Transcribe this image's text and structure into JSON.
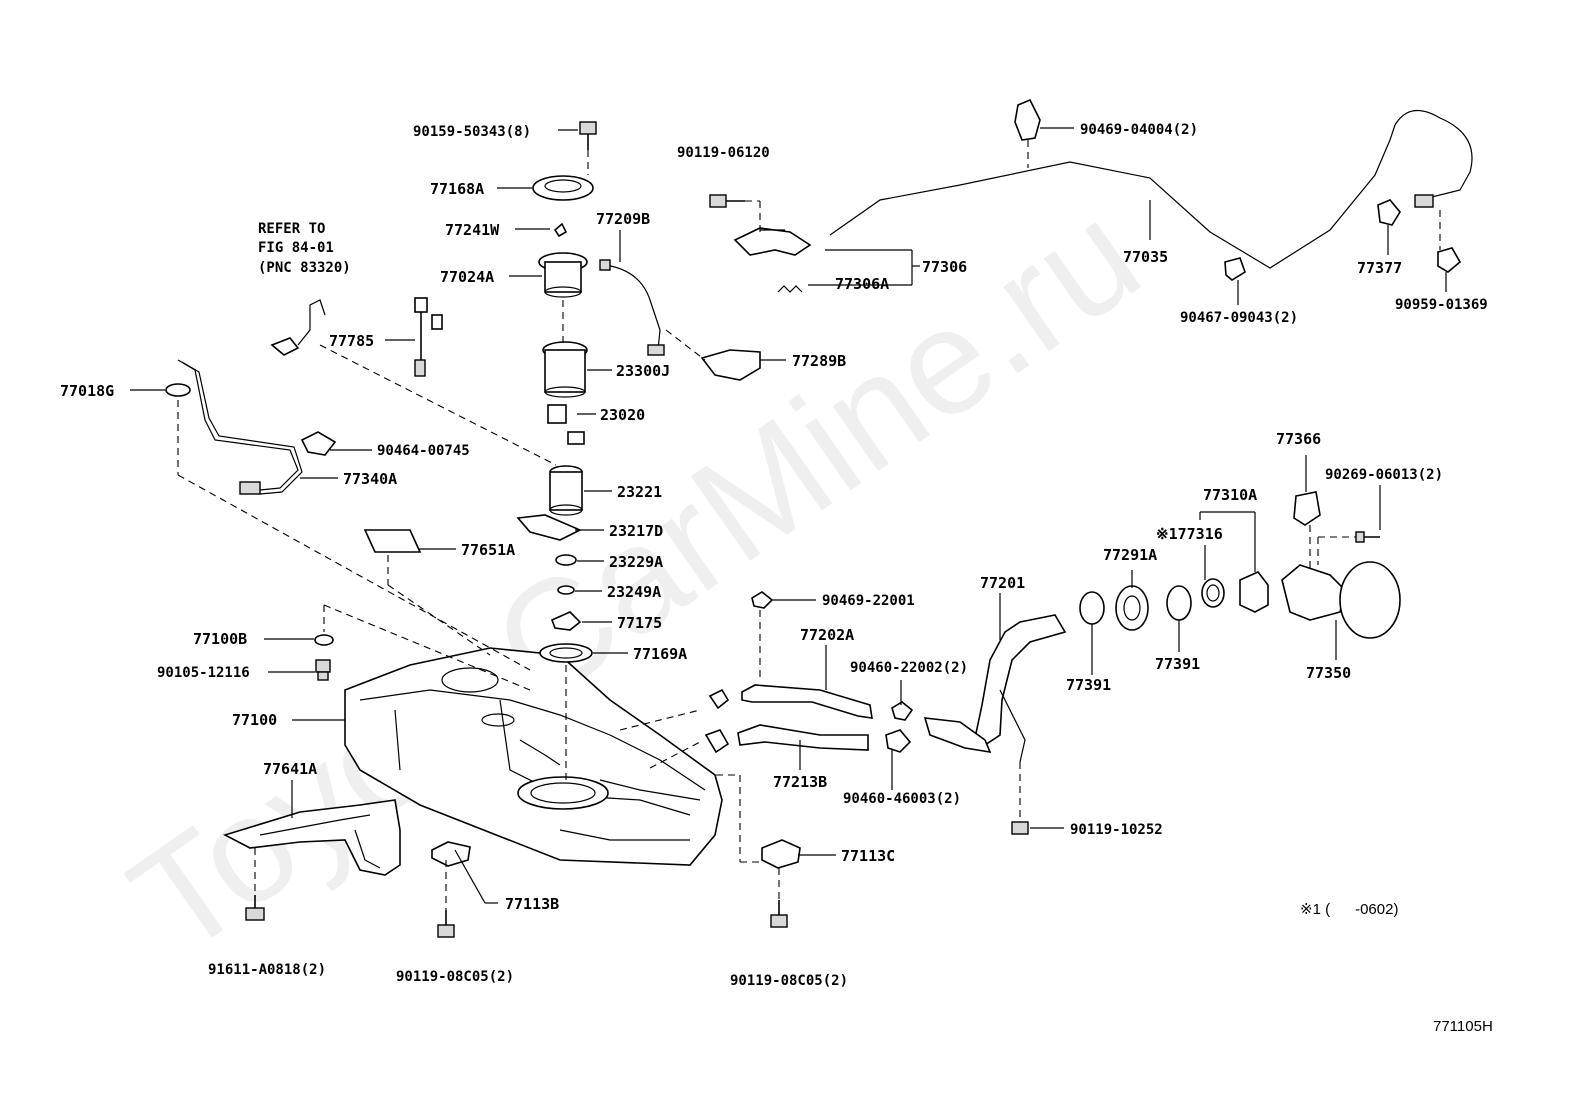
{
  "diagram": {
    "watermark": "ToyotaCarMine.ru",
    "figure_code": "771105H",
    "footnote": "※1 (      -0602)",
    "refer_note": [
      "REFER TO",
      "FIG 84-01",
      "(PNC 83320)"
    ],
    "labels": {
      "p90159": "90159-50343(8)",
      "p77168A": "77168A",
      "p77241W": "77241W",
      "p77209B": "77209B",
      "p77024A": "77024A",
      "p77785": "77785",
      "p23300J": "23300J",
      "p23020": "23020",
      "p77018G": "77018G",
      "p90464": "90464-00745",
      "p77340A": "77340A",
      "p23221": "23221",
      "p23217D": "23217D",
      "p77651A": "77651A",
      "p23229A": "23229A",
      "p23249A": "23249A",
      "p77175": "77175",
      "p77169A": "77169A",
      "p77100B": "77100B",
      "p90105": "90105-12116",
      "p77100": "77100",
      "p77641A": "77641A",
      "p77113B": "77113B",
      "p91611": "91611-A0818(2)",
      "p90119_08C05_a": "90119-08C05(2)",
      "p90119_08C05_b": "90119-08C05(2)",
      "p77113C": "77113C",
      "p90119_06120": "90119-06120",
      "p77306": "77306",
      "p77306A": "77306A",
      "p77289B": "77289B",
      "p90469_04004": "90469-04004(2)",
      "p77035": "77035",
      "p90467": "90467-09043(2)",
      "p77377": "77377",
      "p90959": "90959-01369",
      "p90469_22001": "90469-22001",
      "p77202A": "77202A",
      "p90460_22002": "90460-22002(2)",
      "p77213B": "77213B",
      "p90460_46003": "90460-46003(2)",
      "p77201": "77201",
      "p90119_10252": "90119-10252",
      "p77391_a": "77391",
      "p77391_b": "77391",
      "p77291A": "77291A",
      "p77316": "※177316",
      "p77310A": "77310A",
      "p77366": "77366",
      "p90269": "90269-06013(2)",
      "p77350": "77350"
    }
  }
}
